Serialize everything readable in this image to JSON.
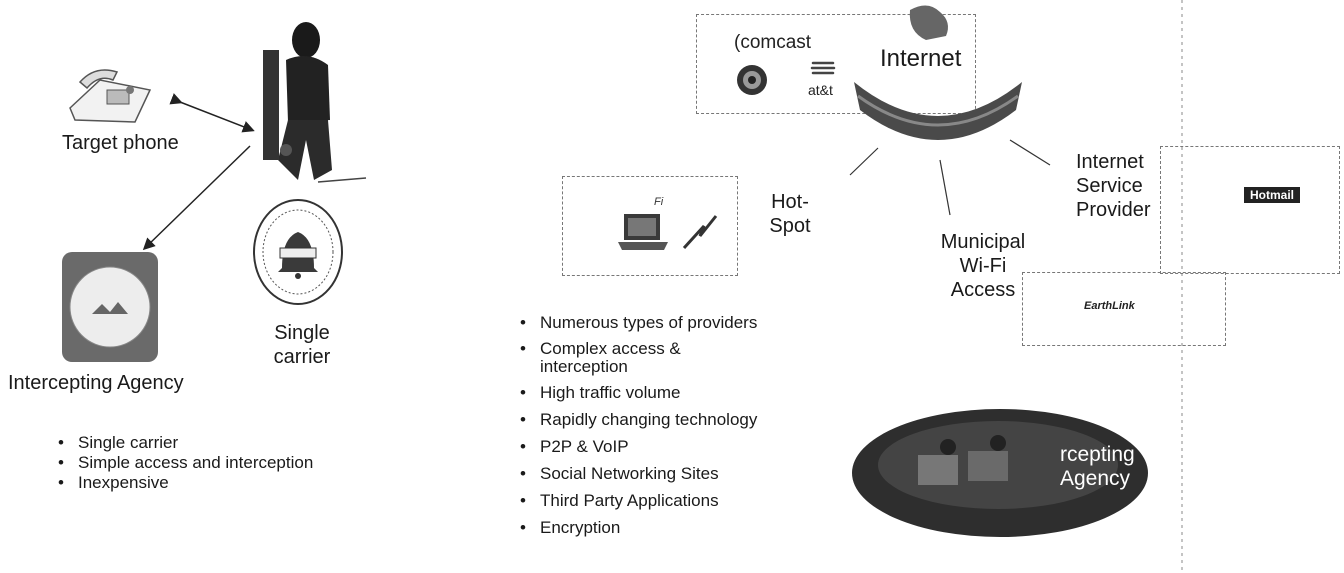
{
  "left": {
    "target_phone_label": "Target phone",
    "agency_label": "Intercepting Agency",
    "carrier_label_line1": "Single",
    "carrier_label_line2": "carrier",
    "bullets": [
      "Single carrier",
      "Simple access and interception",
      "Inexpensive"
    ]
  },
  "right": {
    "internet_label": "Internet",
    "hotspot_line1": "Hot-",
    "hotspot_line2": "Spot",
    "municipal_line1": "Municipal",
    "municipal_line2": "Wi-Fi",
    "municipal_line3": "Access",
    "isp_line1": "Internet",
    "isp_line2": "Service",
    "isp_line3": "Provider",
    "agency_partial_line1": "rcepting",
    "agency_partial_line2": "Agency",
    "logos": {
      "comcast": "(comcast",
      "att": "at&t",
      "wifi_fragment": "Fi",
      "hotmail": "Hotmail",
      "earthlink": "EarthLink"
    },
    "bullets": [
      "Numerous types of providers",
      "Complex access & interception",
      "High traffic volume",
      "Rapidly changing technology",
      "P2P & VoIP",
      "Social Networking Sites",
      "Third Party Applications",
      "Encryption"
    ]
  }
}
